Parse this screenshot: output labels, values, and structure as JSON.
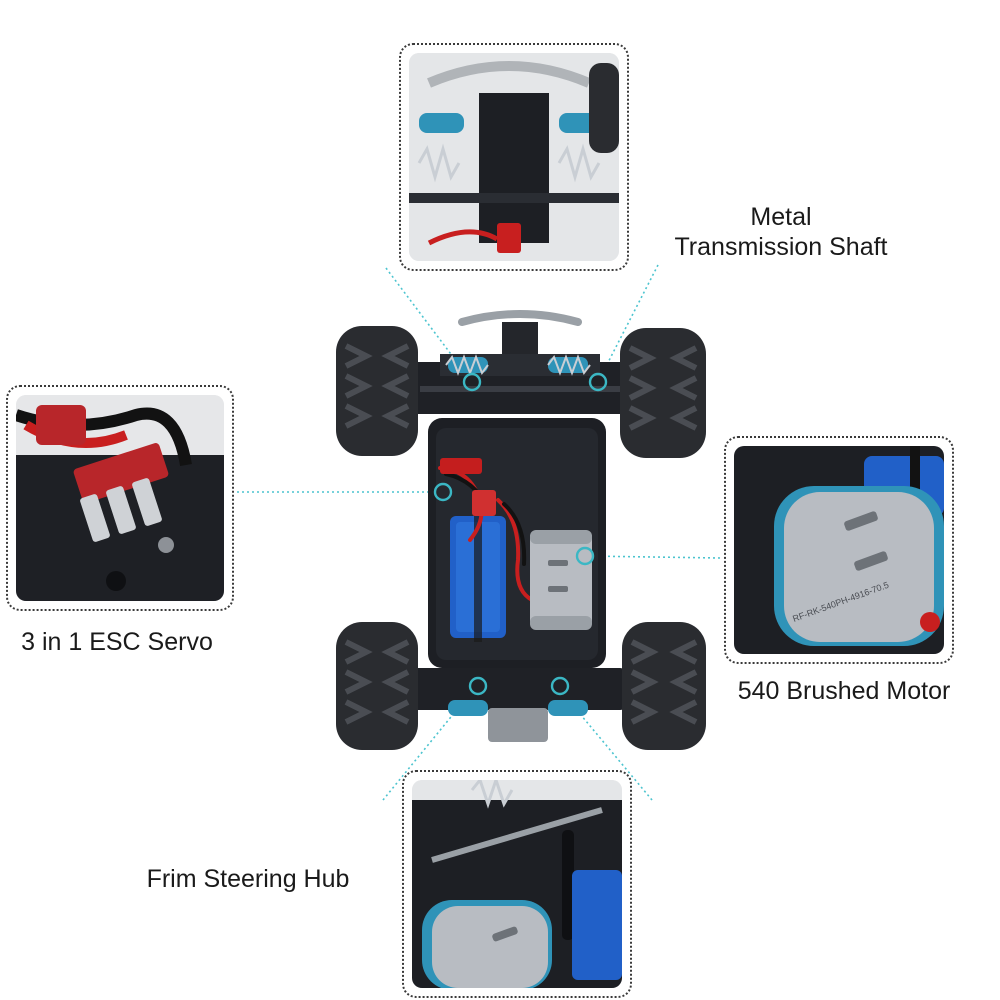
{
  "labels": {
    "metal_transmission_shaft": "Metal\nTransmission Shaft",
    "esc_servo": "3 in 1 ESC Servo",
    "brushed_motor": "540 Brushed Motor",
    "steering_hub": "Frim Steering Hub"
  },
  "motor_can_text": "RF-RK-540PH-4916-70.5",
  "colors": {
    "callout_line": "#4cc4cf",
    "callout_ring": "#3bb7c4",
    "chassis": "#1d1f24",
    "tire": "#2a2c30",
    "shock_blue": "#2f93b8",
    "battery_blue": "#2160c8",
    "wire_red": "#c81f1f",
    "motor_silver": "#b8bcc2"
  }
}
